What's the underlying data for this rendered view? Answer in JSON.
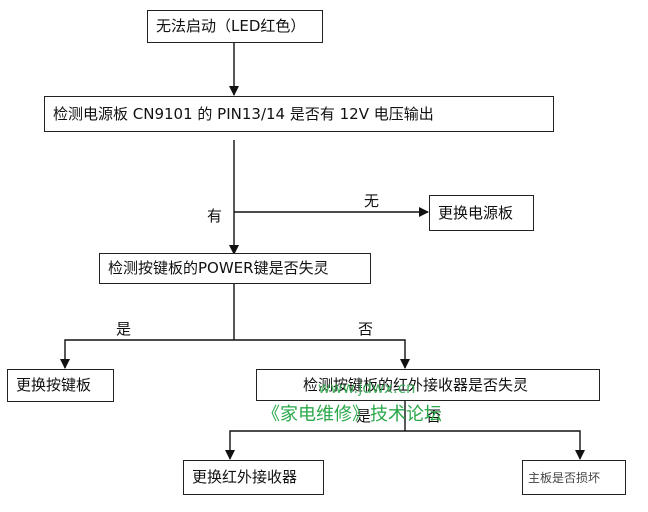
{
  "nodes": {
    "start": "无法启动（LED红色）",
    "check_power_board": "检测电源板 CN9101 的 PIN13/14 是否有 12V 电压输出",
    "replace_power_board": "更换电源板",
    "check_key_board": "检测按键板的POWER键是否失灵",
    "replace_key_board": "更换按键板",
    "check_ir_receiver": "检测按键板的红外接收器是否失灵",
    "replace_ir_receiver": "更换红外接收器",
    "check_other": "主板是否损坏"
  },
  "edges": {
    "has": "有",
    "none": "无",
    "yes_left": "是",
    "no_right": "否",
    "yes_bottom": "是",
    "no_bottom": "否"
  },
  "watermark": {
    "url": "www.jdwx.cn",
    "name": "《家电维修》技术论坛"
  },
  "colors": {
    "line": "#111111",
    "watermark": "#2aa84a"
  }
}
